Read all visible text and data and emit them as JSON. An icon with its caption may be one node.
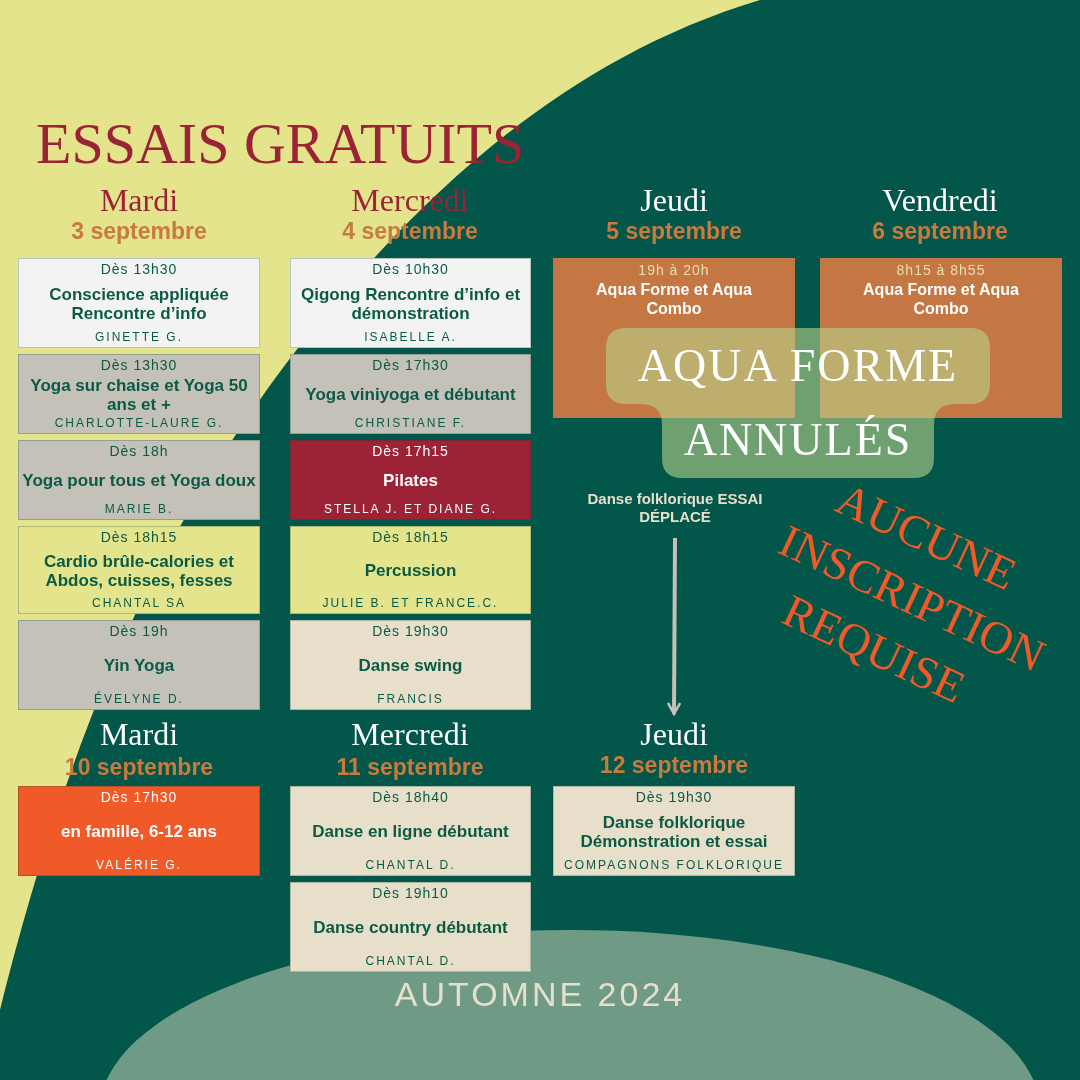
{
  "diagram": {
    "title": "ESSAIS GRATUITS",
    "caption": "AUTOMNE 2024",
    "nodes": [
      {
        "text": [
          "Dès 13h30",
          "Conscience appliquée Rencontre d’info",
          "GINETTE G."
        ]
      },
      {
        "text": [
          "Dès 13h30",
          "Yoga sur chaise et Yoga 50 ans et +",
          "CHARLOTTE-LAURE G."
        ]
      },
      {
        "text": [
          "Dès 18h",
          "Yoga pour tous et Yoga doux",
          "MARIE B."
        ]
      },
      {
        "text": [
          "Dès 18h15",
          "Cardio brûle-calories et Abdos, cuisses, fesses",
          "CHANTAL SA"
        ]
      },
      {
        "text": [
          "Dès 19h",
          "Yin Yoga",
          "ÉVELYNE D."
        ]
      },
      {
        "text": [
          "Dès 10h30",
          "Qigong Rencontre d’info et démonstration",
          "ISABELLE A."
        ]
      },
      {
        "text": [
          "Dès 17h30",
          "Yoga viniyoga et débutant",
          "CHRISTIANE F."
        ]
      },
      {
        "text": [
          "Dès 17h15",
          "Pilates",
          "STELLA J. ET DIANE G."
        ]
      },
      {
        "text": [
          "Dès 18h15",
          "Percussion",
          "JULIE B. ET FRANCE.C."
        ]
      },
      {
        "text": [
          "Dès 19h30",
          "Danse swing",
          "FRANCIS"
        ]
      },
      {
        "text": [
          "19h à 20h",
          "Aqua Forme et Aqua Combo"
        ]
      },
      {
        "text": [
          "8h15 à 8h55",
          "Aqua Forme et Aqua Combo"
        ]
      },
      {
        "text": [
          "AQUA FORME",
          "ANNULÉS"
        ]
      },
      {
        "text": [
          "Danse folklorique ESSAI DÉPLACÉ"
        ]
      },
      {
        "text": [
          "Jeudi",
          "12 septembre"
        ]
      },
      {
        "text": [
          "Dès 17h30",
          "en famille, 6-12 ans",
          "VALÉRIE G."
        ]
      },
      {
        "text": [
          "Dès 18h40",
          "Danse en ligne débutant",
          "CHANTAL D."
        ]
      },
      {
        "text": [
          "Dès 19h10",
          "Danse country débutant",
          "CHANTAL D."
        ]
      },
      {
        "text": [
          "Dès 19h30",
          "Danse folklorique Démonstration et essai",
          "COMPAGNONS FOLKLORIQUE"
        ]
      }
    ],
    "edges": [
      {
        "from": 13,
        "to": 14,
        "arrow": "to"
      }
    ],
    "labels": [
      "Mardi",
      "3 septembre",
      "Mercredi",
      "4 septembre",
      "Jeudi",
      "5 septembre",
      "Vendredi",
      "6 septembre",
      "AUCUNE INSCRIPTION REQUISE",
      "Mardi",
      "10 septembre",
      "Mercredi",
      "11 septembre"
    ]
  }
}
